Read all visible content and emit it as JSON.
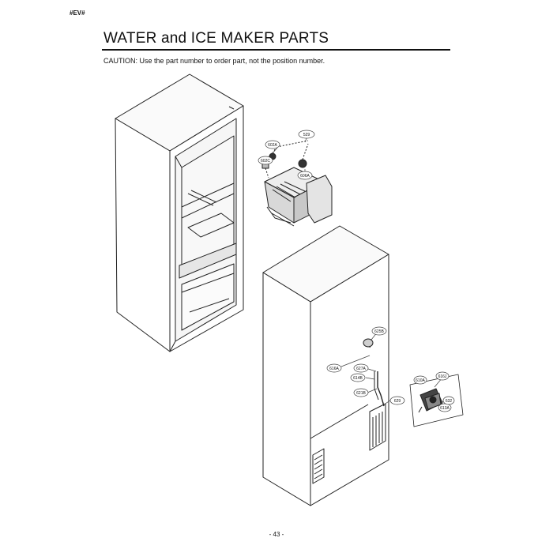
{
  "header": {
    "page_tag": "#EV#",
    "title": "WATER and ICE MAKER PARTS",
    "caution": "CAUTION: Use the part number to order part, not the position number."
  },
  "diagram": {
    "part_labels": [
      "529",
      "602A",
      "602C",
      "606A",
      "625B",
      "616A",
      "627A",
      "614B",
      "621B",
      "629",
      "610A",
      "616J",
      "613A",
      "632"
    ]
  },
  "footer": {
    "page_number": "- 43 -"
  }
}
